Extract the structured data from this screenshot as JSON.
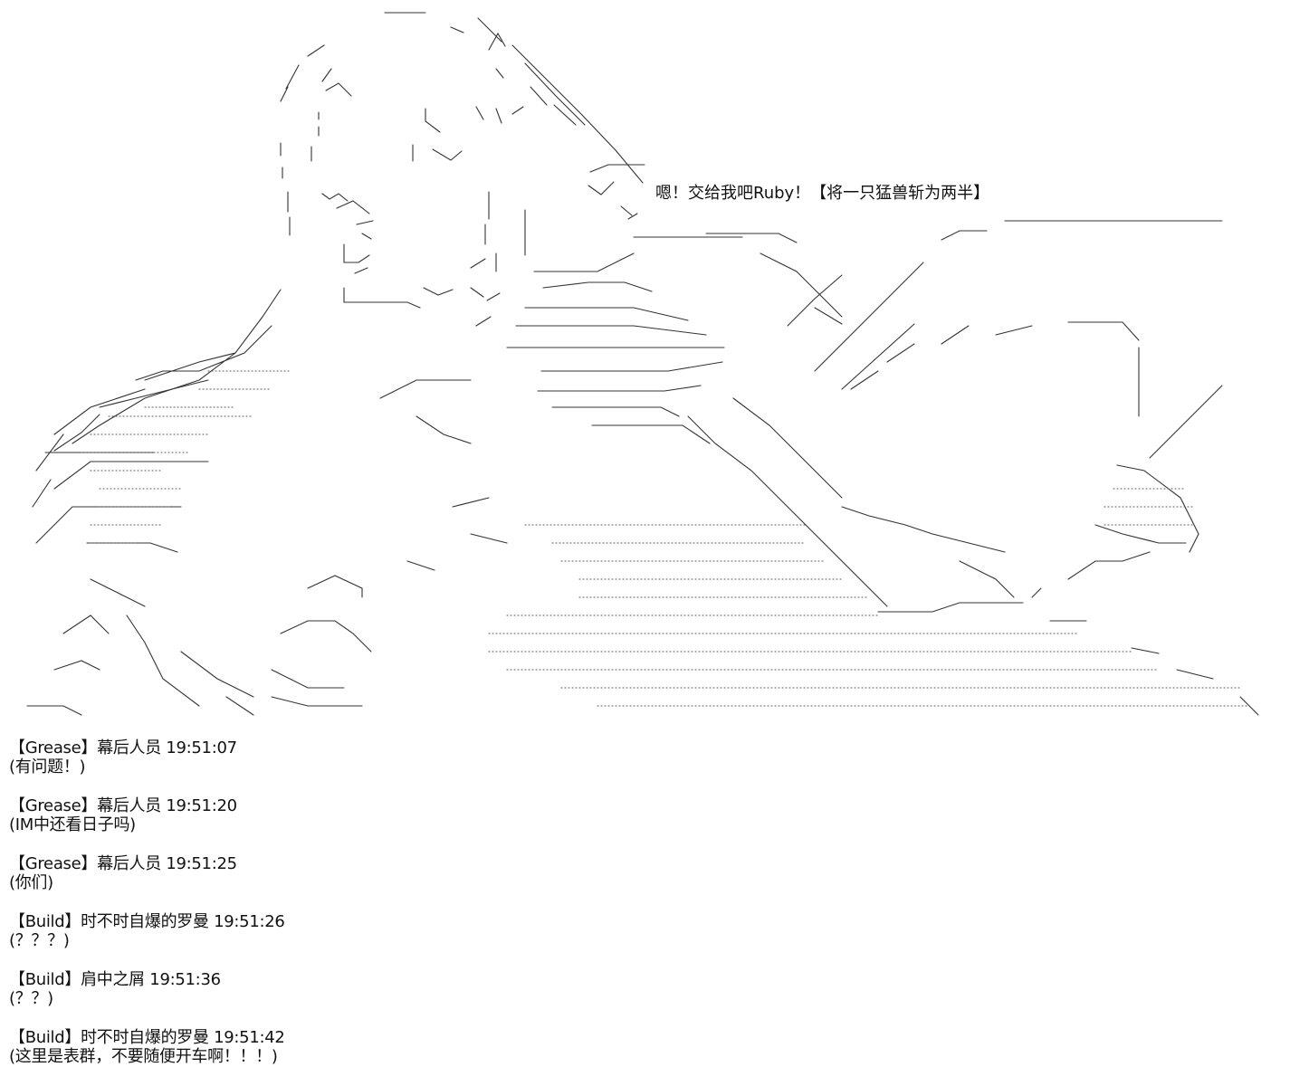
{
  "scene": {
    "speech_text": "嗯！交给我吧Ruby！【将一只猛兽斩为两半】"
  },
  "messages": [
    {
      "header": "【Grease】幕后人员 19:51:07",
      "body": "(有问题！)"
    },
    {
      "header": "【Grease】幕后人员 19:51:20",
      "body": "(IM中还看日子吗)"
    },
    {
      "header": "【Grease】幕后人员 19:51:25",
      "body": "(你们)"
    },
    {
      "header": "【Build】时不时自爆的罗曼 19:51:26",
      "body": "(？？？)"
    },
    {
      "header": "【Build】肩中之屑 19:51:36",
      "body": "(？？)"
    },
    {
      "header": "【Build】时不时自爆的罗曼 19:51:42",
      "body": "(这里是表群，不要随便开车啊！！！)"
    }
  ]
}
